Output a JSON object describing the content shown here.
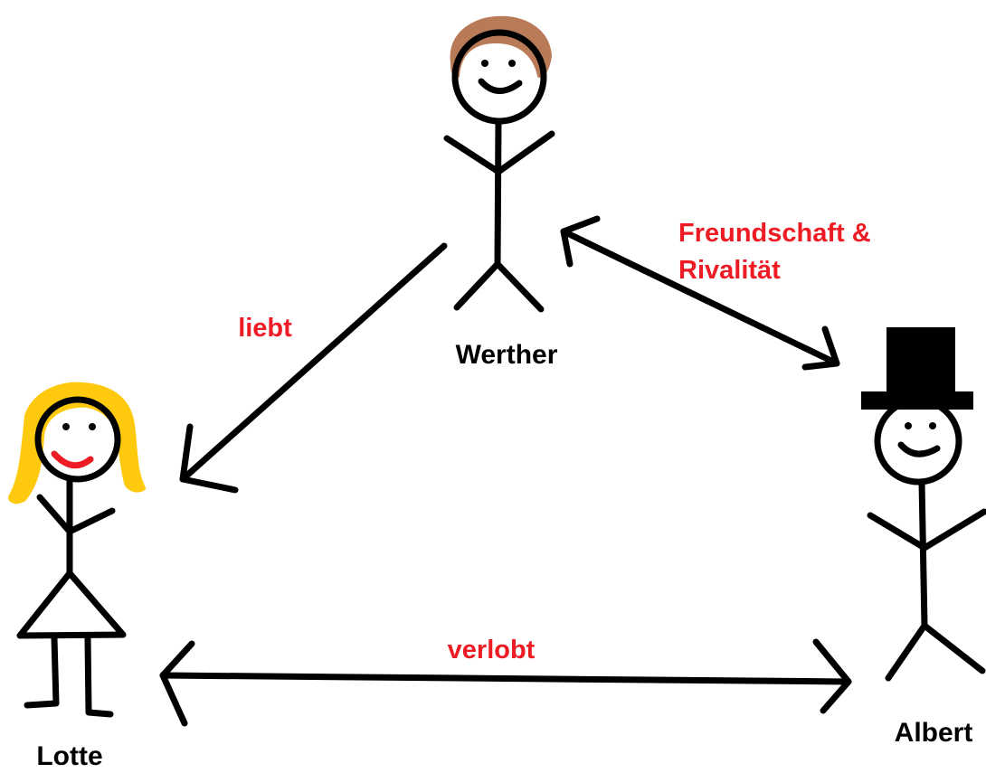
{
  "characters": {
    "werther": {
      "name": "Werther",
      "hair_color": "#b97a57"
    },
    "lotte": {
      "name": "Lotte",
      "hair_color": "#ffc90e",
      "mouth_color": "#ed1c24"
    },
    "albert": {
      "name": "Albert",
      "hat": "top-hat"
    }
  },
  "relations": {
    "werther_lotte": {
      "label": "liebt",
      "direction": "Werther → Lotte"
    },
    "werther_albert": {
      "label_line1": "Freundschaft &",
      "label_line2": "Rivalität",
      "direction": "Werther ↔ Albert"
    },
    "lotte_albert": {
      "label": "verlobt",
      "direction": "Lotte ↔ Albert"
    }
  },
  "colors": {
    "ink": "#000000",
    "label_red": "#ed1c24",
    "background": "#ffffff"
  }
}
